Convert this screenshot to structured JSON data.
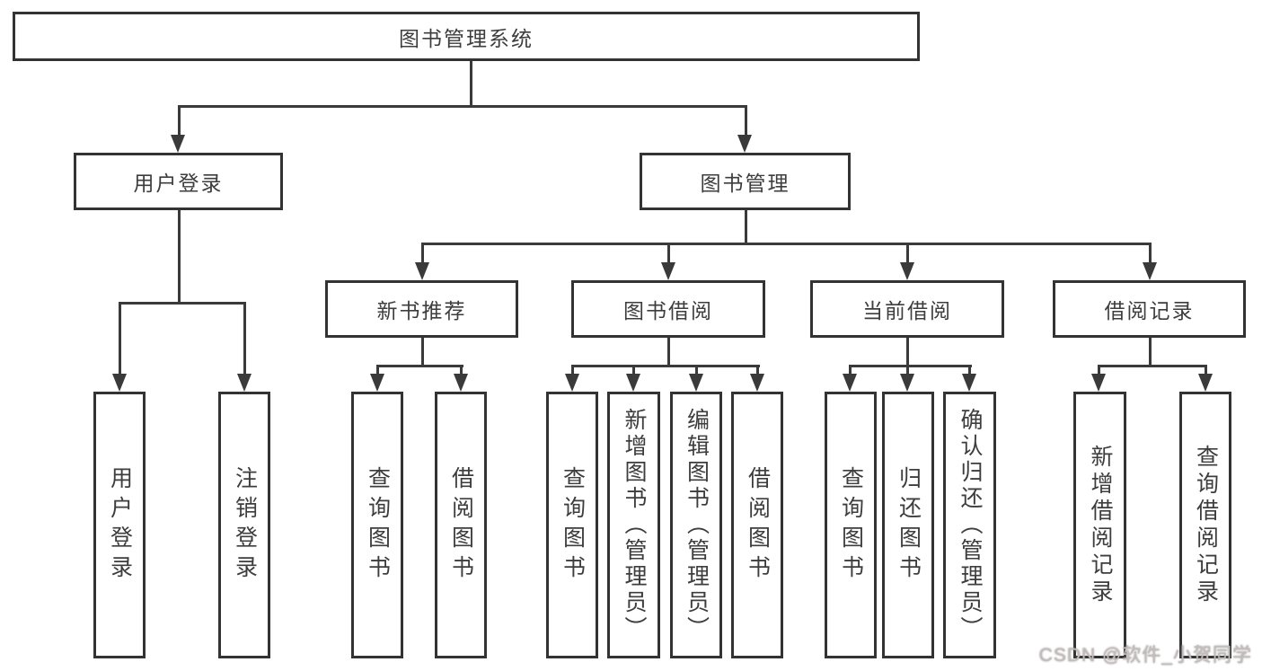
{
  "colors": {
    "background": "#ffffff",
    "line": "#3a3a3a",
    "box_border": "#333333",
    "box_fill": "#ffffff",
    "text": "#3d3d3d",
    "watermark": "#c4bcbc"
  },
  "root": {
    "label": "图书管理系统"
  },
  "level2": {
    "user_login": {
      "label": "用户登录",
      "parent": "图书管理系统"
    },
    "book_mgmt": {
      "label": "图书管理",
      "parent": "图书管理系统"
    }
  },
  "level3": {
    "new_book_rec": {
      "label": "新书推荐",
      "parent": "图书管理"
    },
    "book_borrow": {
      "label": "图书借阅",
      "parent": "图书管理"
    },
    "current_borrow": {
      "label": "当前借阅",
      "parent": "图书管理"
    },
    "borrow_records": {
      "label": "借阅记录",
      "parent": "图书管理"
    }
  },
  "leaves": [
    {
      "id": "user-login",
      "label": "用户登录",
      "parent": "用户登录"
    },
    {
      "id": "logout",
      "label": "注销登录",
      "parent": "用户登录"
    },
    {
      "id": "query-book-1",
      "label": "查询图书",
      "parent": "新书推荐"
    },
    {
      "id": "borrow-book-1",
      "label": "借阅图书",
      "parent": "新书推荐"
    },
    {
      "id": "query-book-2",
      "label": "查询图书",
      "parent": "图书借阅"
    },
    {
      "id": "add-book-admin",
      "label": "新增图书（管理员）",
      "parent": "图书借阅"
    },
    {
      "id": "edit-book-admin",
      "label": "编辑图书（管理员）",
      "parent": "图书借阅"
    },
    {
      "id": "borrow-book-2",
      "label": "借阅图书",
      "parent": "图书借阅"
    },
    {
      "id": "query-book-3",
      "label": "查询图书",
      "parent": "当前借阅"
    },
    {
      "id": "return-book",
      "label": "归还图书",
      "parent": "当前借阅"
    },
    {
      "id": "confirm-return-admin",
      "label": "确认归还（管理员）",
      "parent": "当前借阅"
    },
    {
      "id": "add-borrow-record",
      "label": "新增借阅记录",
      "parent": "借阅记录"
    },
    {
      "id": "query-borrow-record",
      "label": "查询借阅记录",
      "parent": "借阅记录"
    }
  ],
  "watermark": {
    "text": "CSDN @软件_小贺同学"
  }
}
